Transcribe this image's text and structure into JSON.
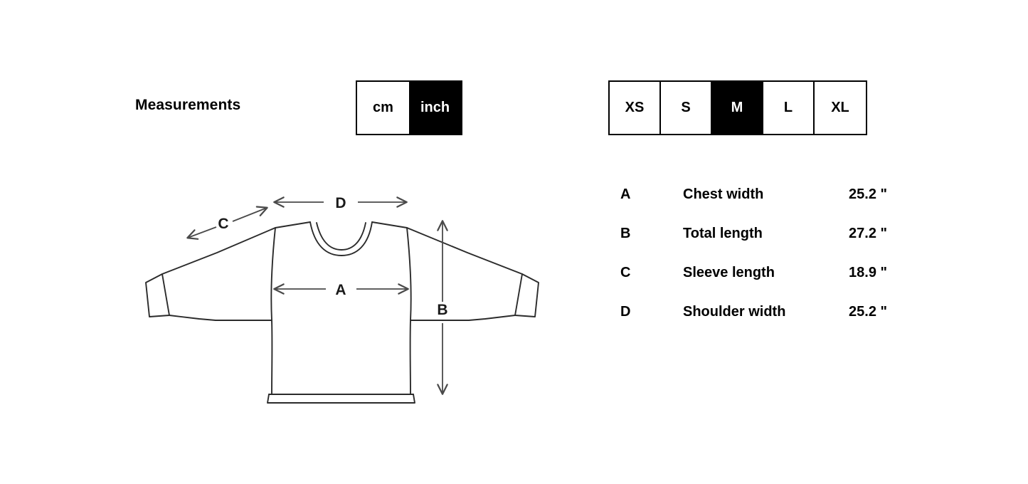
{
  "header": {
    "title": "Measurements"
  },
  "unit_toggle": {
    "name": "unit-toggle",
    "selected": "inch",
    "options": [
      {
        "id": "cm",
        "label": "cm",
        "selected": false
      },
      {
        "id": "inch",
        "label": "inch",
        "selected": true
      }
    ]
  },
  "size_selector": {
    "name": "size-selector",
    "selected": "M",
    "options": [
      {
        "id": "xs",
        "label": "XS",
        "selected": false
      },
      {
        "id": "s",
        "label": "S",
        "selected": false
      },
      {
        "id": "m",
        "label": "M",
        "selected": true
      },
      {
        "id": "l",
        "label": "L",
        "selected": false
      },
      {
        "id": "xl",
        "label": "XL",
        "selected": false
      }
    ]
  },
  "measurements": {
    "unit_symbol": "\"",
    "rows": [
      {
        "key": "A",
        "label": "Chest width",
        "value": "25.2 \""
      },
      {
        "key": "B",
        "label": "Total length",
        "value": "27.2 \""
      },
      {
        "key": "C",
        "label": "Sleeve length",
        "value": "18.9 \""
      },
      {
        "key": "D",
        "label": "Shoulder width",
        "value": "25.2 \""
      }
    ]
  },
  "diagram": {
    "name": "sweatshirt-technical-drawing",
    "garment": "crewneck sweatshirt, flat lay, front view",
    "dimension_markers": [
      {
        "key": "A",
        "measures": "Chest width",
        "orientation": "horizontal"
      },
      {
        "key": "B",
        "measures": "Total length",
        "orientation": "vertical"
      },
      {
        "key": "C",
        "measures": "Sleeve length",
        "orientation": "diagonal"
      },
      {
        "key": "D",
        "measures": "Shoulder width",
        "orientation": "horizontal"
      }
    ]
  },
  "colors": {
    "ink": "#000000",
    "line": "#2b2b2b",
    "arrow": "#4a4a4a",
    "background": "#ffffff",
    "selected_bg": "#000000",
    "selected_fg": "#ffffff"
  }
}
